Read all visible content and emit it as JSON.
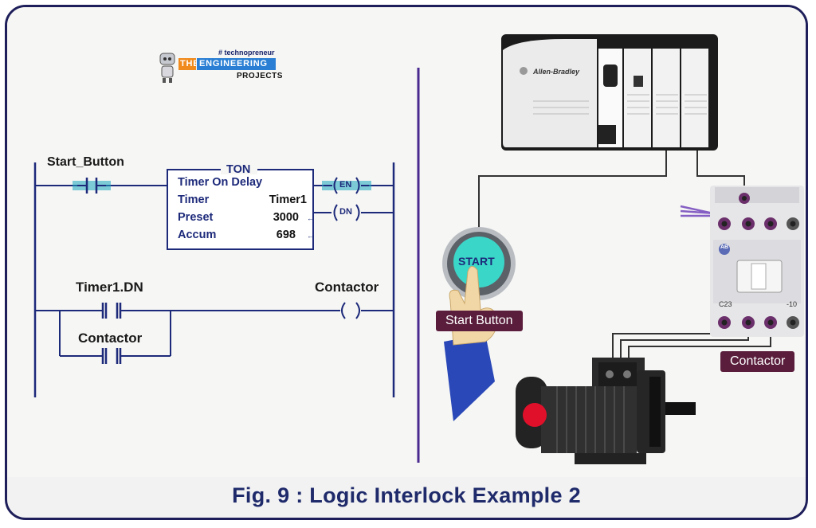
{
  "logo": {
    "tagline": "# technopreneur",
    "the": "THE",
    "brand": "ENGINEERING",
    "sub": "PROJECTS"
  },
  "ladder": {
    "rung1_contact": "Start_Button",
    "ton_header": "TON",
    "ton_title": "Timer On Delay",
    "timer_label": "Timer",
    "timer_value": "Timer1",
    "preset_label": "Preset",
    "preset_value": "3000",
    "accum_label": "Accum",
    "accum_value": "698",
    "en_coil": "EN",
    "dn_coil": "DN",
    "rung2_contact": "Timer1.DN",
    "rung2_coil": "Contactor",
    "rung2_branch": "Contactor"
  },
  "hardware": {
    "plc_brand": "Allen-Bradley",
    "start_button_text": "START",
    "start_button_tag": "Start Button",
    "contactor_tag": "Contactor",
    "contactor_left_mark": "C23",
    "contactor_right_mark": "-10",
    "contactor_logo": "AB"
  },
  "caption": "Fig. 9 :  Logic Interlock Example 2",
  "colors": {
    "frame": "#1e1f5a",
    "ladder_text": "#1d2a7a",
    "coil": "#1aa6c0",
    "divider": "#4b2a8f",
    "tag_bg": "#5a1e3c",
    "start_button": "#3ad6c8",
    "stop_dot": "#e0102a"
  }
}
